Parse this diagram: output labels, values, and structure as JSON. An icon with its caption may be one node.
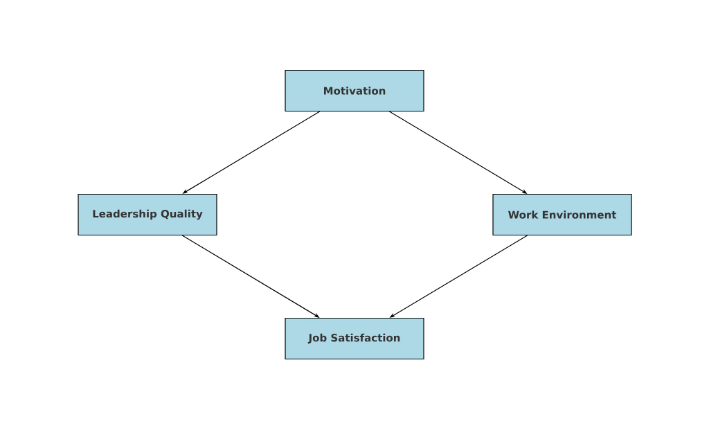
{
  "diagram": {
    "nodes": [
      {
        "text": [
          "Motivation"
        ]
      },
      {
        "text": [
          "Leadership Quality"
        ]
      },
      {
        "text": [
          "Work Environment"
        ]
      },
      {
        "text": [
          "Job Satisfaction"
        ]
      }
    ],
    "edges": [
      {
        "from": 0,
        "to": 1,
        "arrow": "to"
      },
      {
        "from": 0,
        "to": 2,
        "arrow": "to"
      },
      {
        "from": 1,
        "to": 3,
        "arrow": "to"
      },
      {
        "from": 2,
        "to": 3,
        "arrow": "to"
      }
    ]
  }
}
